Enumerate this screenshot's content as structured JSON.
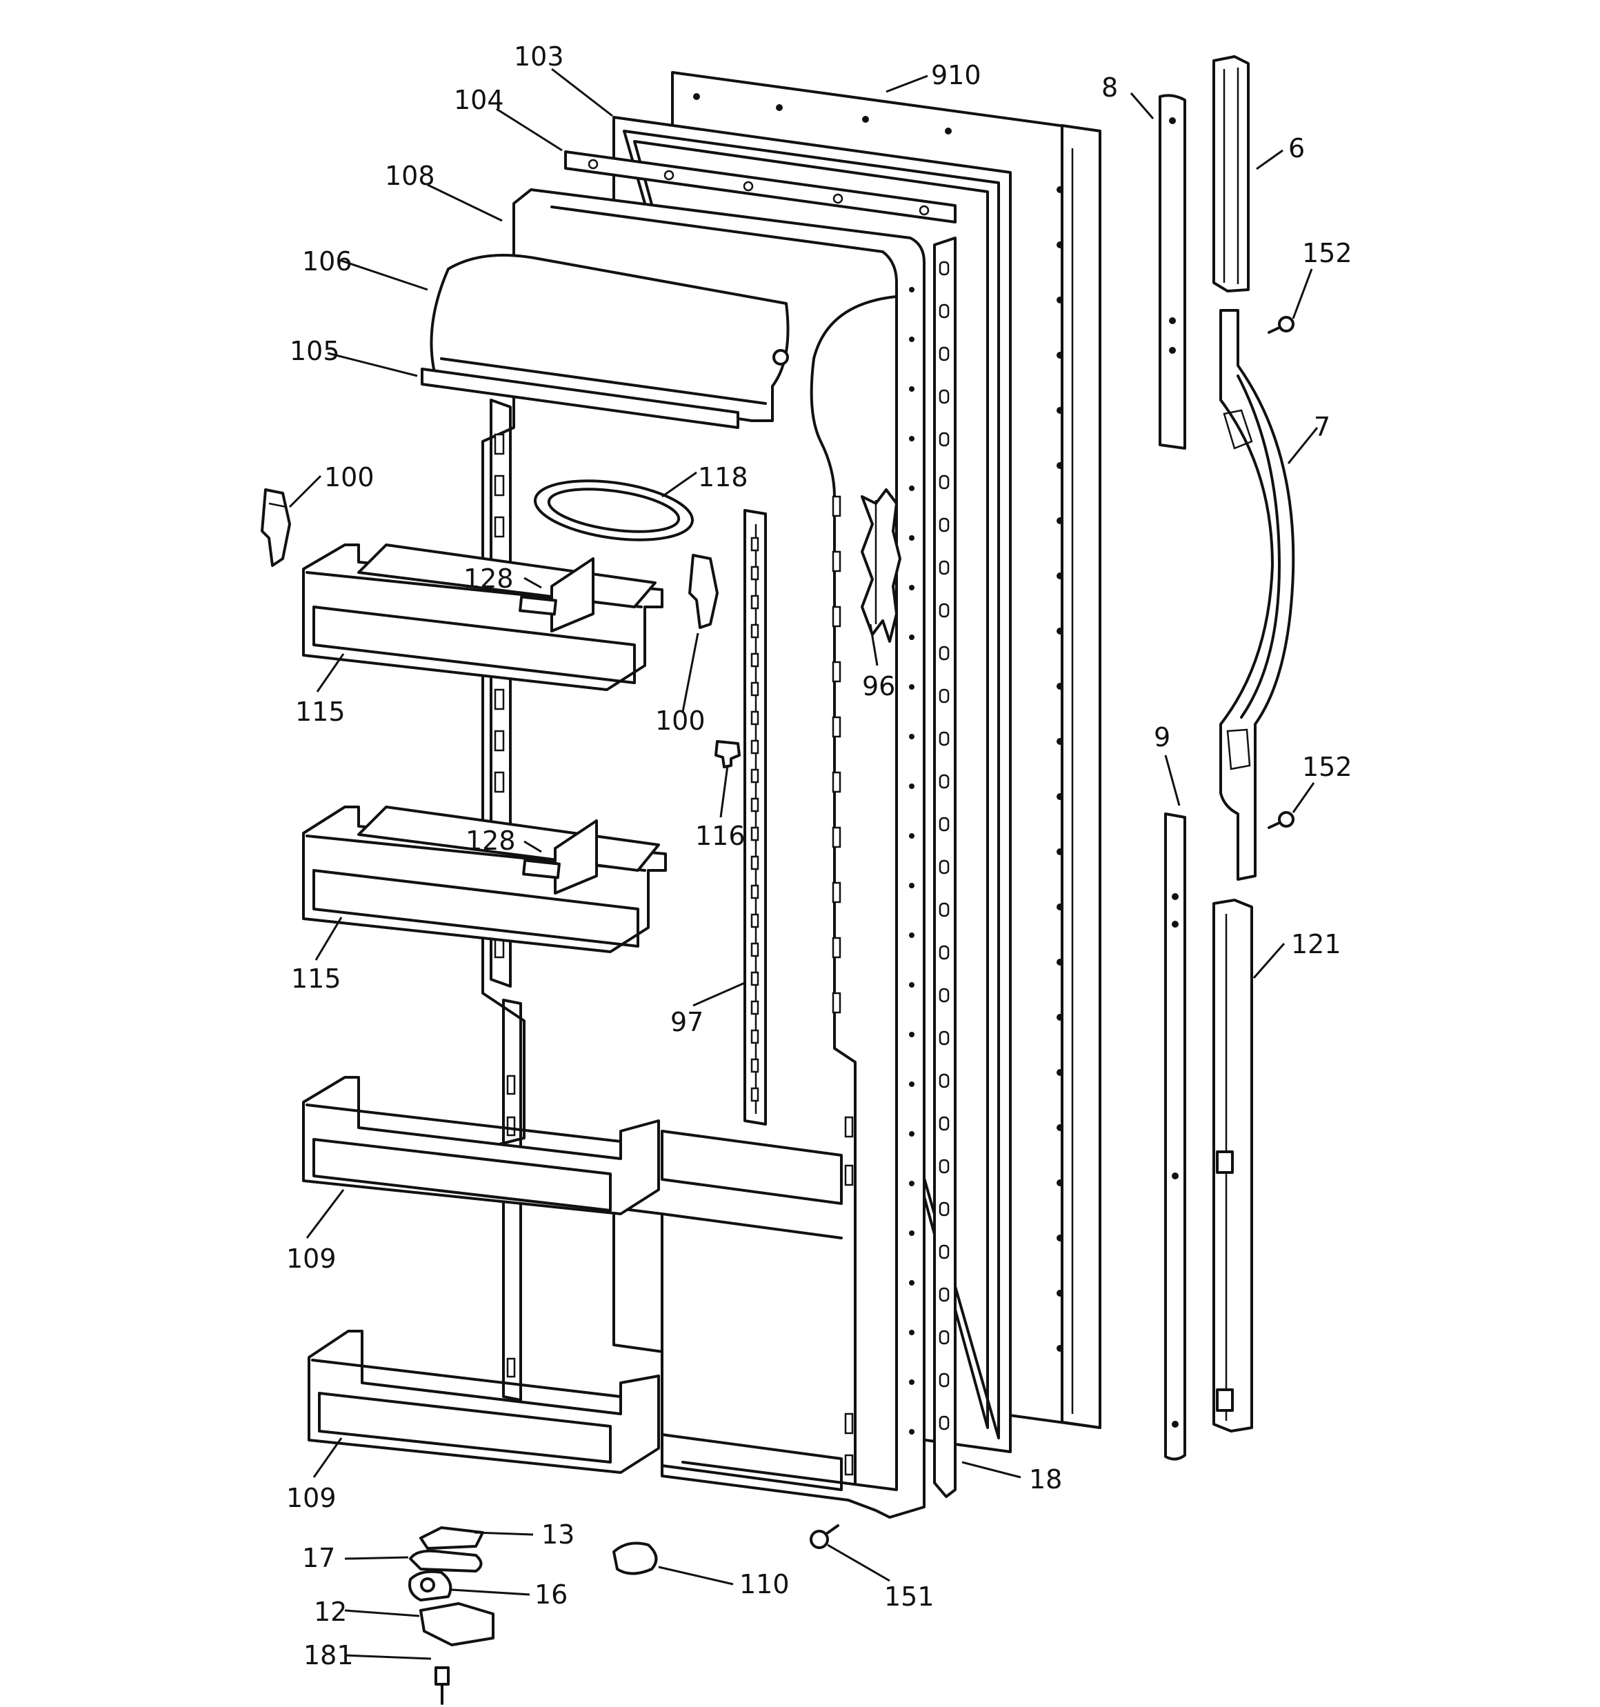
{
  "callouts": [
    {
      "id": "c103",
      "text": "103"
    },
    {
      "id": "c910",
      "text": "910"
    },
    {
      "id": "c8",
      "text": "8"
    },
    {
      "id": "c6",
      "text": "6"
    },
    {
      "id": "c104",
      "text": "104"
    },
    {
      "id": "c108",
      "text": "108"
    },
    {
      "id": "c106",
      "text": "106"
    },
    {
      "id": "c105",
      "text": "105"
    },
    {
      "id": "c152a",
      "text": "152"
    },
    {
      "id": "c7",
      "text": "7"
    },
    {
      "id": "c100a",
      "text": "100"
    },
    {
      "id": "c118",
      "text": "118"
    },
    {
      "id": "c128a",
      "text": "128"
    },
    {
      "id": "c115a",
      "text": "115"
    },
    {
      "id": "c100b",
      "text": "100"
    },
    {
      "id": "c96",
      "text": "96"
    },
    {
      "id": "c9",
      "text": "9"
    },
    {
      "id": "c152b",
      "text": "152"
    },
    {
      "id": "c116",
      "text": "116"
    },
    {
      "id": "c128b",
      "text": "128"
    },
    {
      "id": "c121",
      "text": "121"
    },
    {
      "id": "c115b",
      "text": "115"
    },
    {
      "id": "c97",
      "text": "97"
    },
    {
      "id": "c109a",
      "text": "109"
    },
    {
      "id": "c109b",
      "text": "109"
    },
    {
      "id": "c18",
      "text": "18"
    },
    {
      "id": "c13",
      "text": "13"
    },
    {
      "id": "c17",
      "text": "17"
    },
    {
      "id": "c110",
      "text": "110"
    },
    {
      "id": "c16",
      "text": "16"
    },
    {
      "id": "c151",
      "text": "151"
    },
    {
      "id": "c12",
      "text": "12"
    },
    {
      "id": "c181",
      "text": "181"
    }
  ]
}
